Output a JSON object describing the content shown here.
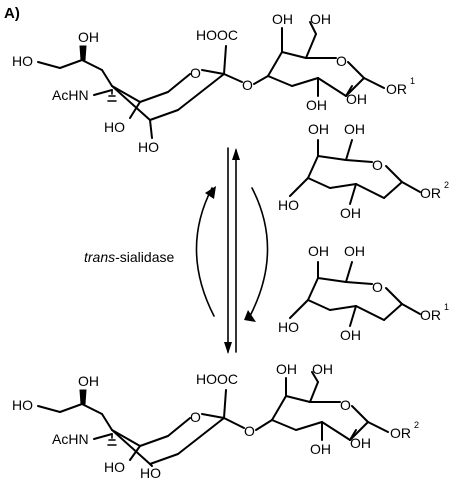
{
  "panel_label": "A)",
  "enzyme": {
    "italic": "trans",
    "rest": "-sialidase"
  },
  "labels": {
    "ho": "HO",
    "oh": "OH",
    "achn": "AcHN",
    "cooh": "HOOC",
    "ring_o": "O",
    "or": "OR",
    "r1": "1",
    "r2": "2"
  },
  "arrows": {
    "forward": "down",
    "reverse": "up"
  }
}
